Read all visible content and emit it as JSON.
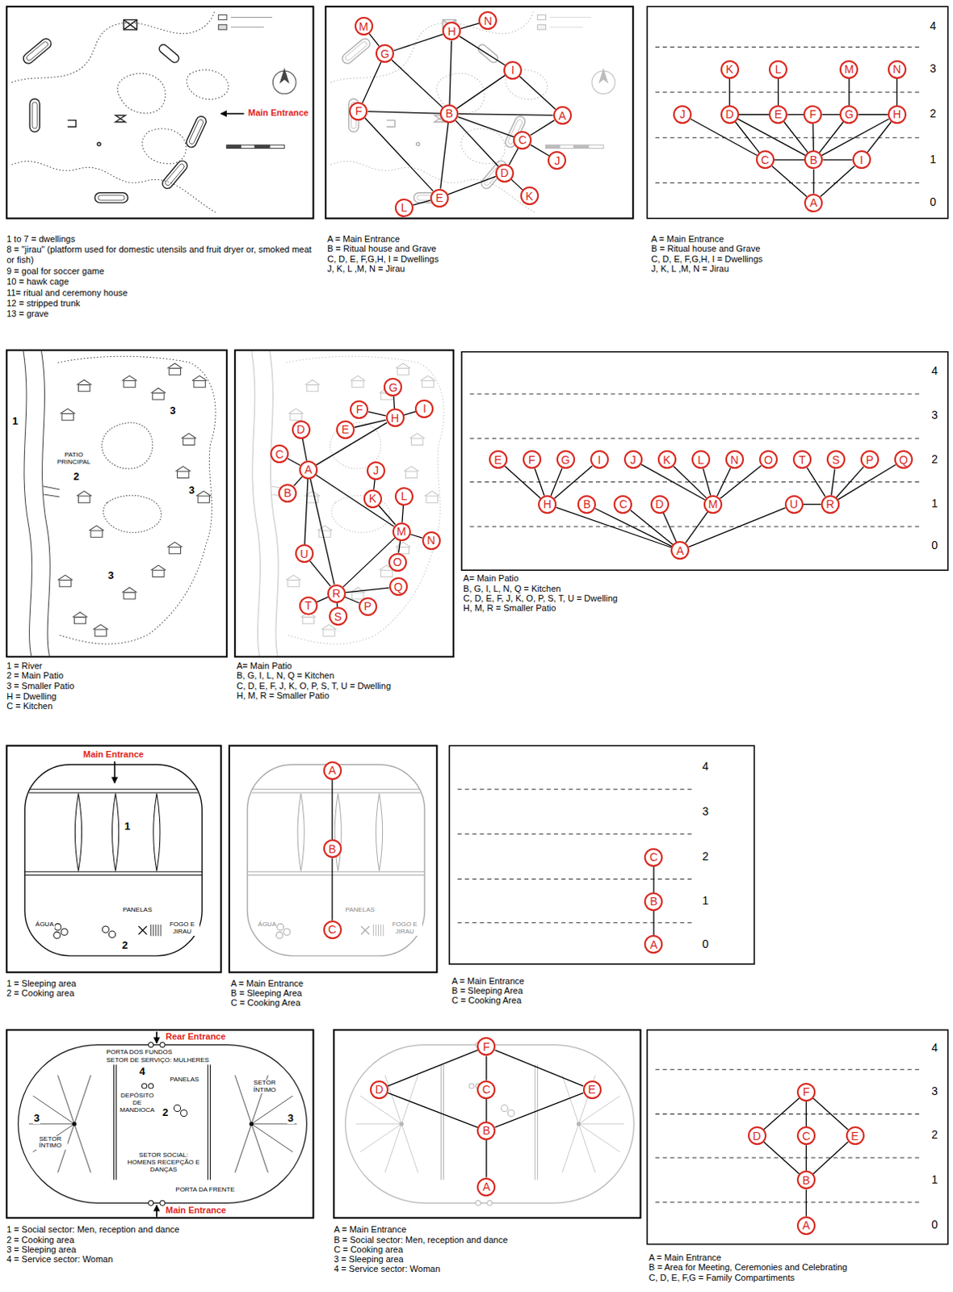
{
  "diagram": {
    "nodes": [
      {
        "text": [
          "A"
        ]
      },
      {
        "text": [
          "B"
        ]
      },
      {
        "text": [
          "C"
        ]
      },
      {
        "text": [
          "D"
        ]
      },
      {
        "text": [
          "E"
        ]
      },
      {
        "text": [
          "F"
        ]
      },
      {
        "text": [
          "G"
        ]
      },
      {
        "text": [
          "H"
        ]
      },
      {
        "text": [
          "I"
        ]
      },
      {
        "text": [
          "J"
        ]
      },
      {
        "text": [
          "K"
        ]
      },
      {
        "text": [
          "L"
        ]
      },
      {
        "text": [
          "M"
        ]
      },
      {
        "text": [
          "N"
        ]
      },
      {
        "text": [
          "A"
        ]
      },
      {
        "text": [
          "B"
        ]
      },
      {
        "text": [
          "C"
        ]
      },
      {
        "text": [
          "D"
        ]
      },
      {
        "text": [
          "E"
        ]
      },
      {
        "text": [
          "F"
        ]
      },
      {
        "text": [
          "G"
        ]
      },
      {
        "text": [
          "H"
        ]
      },
      {
        "text": [
          "I"
        ]
      },
      {
        "text": [
          "J"
        ]
      },
      {
        "text": [
          "K"
        ]
      },
      {
        "text": [
          "L"
        ]
      },
      {
        "text": [
          "M"
        ]
      },
      {
        "text": [
          "N"
        ]
      },
      {
        "text": [
          "A"
        ]
      },
      {
        "text": [
          "B"
        ]
      },
      {
        "text": [
          "C"
        ]
      },
      {
        "text": [
          "D"
        ]
      },
      {
        "text": [
          "E"
        ]
      },
      {
        "text": [
          "F"
        ]
      },
      {
        "text": [
          "G"
        ]
      },
      {
        "text": [
          "H"
        ]
      },
      {
        "text": [
          "I"
        ]
      },
      {
        "text": [
          "J"
        ]
      },
      {
        "text": [
          "K"
        ]
      },
      {
        "text": [
          "L"
        ]
      },
      {
        "text": [
          "M"
        ]
      },
      {
        "text": [
          "N"
        ]
      },
      {
        "text": [
          "O"
        ]
      },
      {
        "text": [
          "P"
        ]
      },
      {
        "text": [
          "Q"
        ]
      },
      {
        "text": [
          "R"
        ]
      },
      {
        "text": [
          "S"
        ]
      },
      {
        "text": [
          "T"
        ]
      },
      {
        "text": [
          "U"
        ]
      },
      {
        "text": [
          "A"
        ]
      },
      {
        "text": [
          "B"
        ]
      },
      {
        "text": [
          "C"
        ]
      },
      {
        "text": [
          "D"
        ]
      },
      {
        "text": [
          "E"
        ]
      },
      {
        "text": [
          "F"
        ]
      },
      {
        "text": [
          "G"
        ]
      },
      {
        "text": [
          "H"
        ]
      },
      {
        "text": [
          "I"
        ]
      },
      {
        "text": [
          "J"
        ]
      },
      {
        "text": [
          "K"
        ]
      },
      {
        "text": [
          "L"
        ]
      },
      {
        "text": [
          "M"
        ]
      },
      {
        "text": [
          "N"
        ]
      },
      {
        "text": [
          "O"
        ]
      },
      {
        "text": [
          "P"
        ]
      },
      {
        "text": [
          "Q"
        ]
      },
      {
        "text": [
          "R"
        ]
      },
      {
        "text": [
          "S"
        ]
      },
      {
        "text": [
          "T"
        ]
      },
      {
        "text": [
          "U"
        ]
      },
      {
        "text": [
          "A"
        ]
      },
      {
        "text": [
          "B"
        ]
      },
      {
        "text": [
          "C"
        ]
      },
      {
        "text": [
          "A"
        ]
      },
      {
        "text": [
          "B"
        ]
      },
      {
        "text": [
          "C"
        ]
      },
      {
        "text": [
          "A"
        ]
      },
      {
        "text": [
          "B"
        ]
      },
      {
        "text": [
          "C"
        ]
      },
      {
        "text": [
          "D"
        ]
      },
      {
        "text": [
          "E"
        ]
      },
      {
        "text": [
          "F"
        ]
      },
      {
        "text": [
          "A"
        ]
      },
      {
        "text": [
          "B"
        ]
      },
      {
        "text": [
          "C"
        ]
      },
      {
        "text": [
          "D"
        ]
      },
      {
        "text": [
          "E"
        ]
      },
      {
        "text": [
          "F"
        ]
      }
    ],
    "edges": [
      {
        "from": 12,
        "to": 6,
        "arrow": "none"
      },
      {
        "from": 6,
        "to": 7,
        "arrow": "none"
      },
      {
        "from": 7,
        "to": 13,
        "arrow": "none"
      },
      {
        "from": 7,
        "to": 8,
        "arrow": "none"
      },
      {
        "from": 8,
        "to": 0,
        "arrow": "none"
      },
      {
        "from": 5,
        "to": 6,
        "arrow": "none"
      },
      {
        "from": 5,
        "to": 1,
        "arrow": "none"
      },
      {
        "from": 6,
        "to": 1,
        "arrow": "none"
      },
      {
        "from": 7,
        "to": 1,
        "arrow": "none"
      },
      {
        "from": 8,
        "to": 1,
        "arrow": "none"
      },
      {
        "from": 0,
        "to": 1,
        "arrow": "none"
      },
      {
        "from": 1,
        "to": 2,
        "arrow": "none"
      },
      {
        "from": 1,
        "to": 3,
        "arrow": "none"
      },
      {
        "from": 1,
        "to": 4,
        "arrow": "none"
      },
      {
        "from": 5,
        "to": 4,
        "arrow": "none"
      },
      {
        "from": 4,
        "to": 11,
        "arrow": "none"
      },
      {
        "from": 4,
        "to": 3,
        "arrow": "none"
      },
      {
        "from": 3,
        "to": 10,
        "arrow": "none"
      },
      {
        "from": 3,
        "to": 2,
        "arrow": "none"
      },
      {
        "from": 2,
        "to": 9,
        "arrow": "none"
      },
      {
        "from": 2,
        "to": 0,
        "arrow": "none"
      },
      {
        "from": 14,
        "to": 16,
        "arrow": "none"
      },
      {
        "from": 14,
        "to": 15,
        "arrow": "none"
      },
      {
        "from": 14,
        "to": 22,
        "arrow": "none"
      },
      {
        "from": 16,
        "to": 15,
        "arrow": "none"
      },
      {
        "from": 15,
        "to": 22,
        "arrow": "none"
      },
      {
        "from": 16,
        "to": 17,
        "arrow": "none"
      },
      {
        "from": 15,
        "to": 17,
        "arrow": "none"
      },
      {
        "from": 15,
        "to": 18,
        "arrow": "none"
      },
      {
        "from": 15,
        "to": 19,
        "arrow": "none"
      },
      {
        "from": 15,
        "to": 20,
        "arrow": "none"
      },
      {
        "from": 15,
        "to": 21,
        "arrow": "none"
      },
      {
        "from": 22,
        "to": 21,
        "arrow": "none"
      },
      {
        "from": 17,
        "to": 18,
        "arrow": "none"
      },
      {
        "from": 18,
        "to": 19,
        "arrow": "none"
      },
      {
        "from": 19,
        "to": 20,
        "arrow": "none"
      },
      {
        "from": 20,
        "to": 21,
        "arrow": "none"
      },
      {
        "from": 17,
        "to": 24,
        "arrow": "none"
      },
      {
        "from": 18,
        "to": 25,
        "arrow": "none"
      },
      {
        "from": 20,
        "to": 26,
        "arrow": "none"
      },
      {
        "from": 21,
        "to": 27,
        "arrow": "none"
      },
      {
        "from": 16,
        "to": 23,
        "arrow": "none"
      },
      {
        "from": 28,
        "to": 31,
        "arrow": "none"
      },
      {
        "from": 28,
        "to": 30,
        "arrow": "none"
      },
      {
        "from": 28,
        "to": 29,
        "arrow": "none"
      },
      {
        "from": 28,
        "to": 48,
        "arrow": "none"
      },
      {
        "from": 28,
        "to": 35,
        "arrow": "none"
      },
      {
        "from": 28,
        "to": 40,
        "arrow": "none"
      },
      {
        "from": 28,
        "to": 45,
        "arrow": "none"
      },
      {
        "from": 35,
        "to": 32,
        "arrow": "none"
      },
      {
        "from": 35,
        "to": 33,
        "arrow": "none"
      },
      {
        "from": 35,
        "to": 34,
        "arrow": "none"
      },
      {
        "from": 35,
        "to": 36,
        "arrow": "none"
      },
      {
        "from": 38,
        "to": 37,
        "arrow": "none"
      },
      {
        "from": 40,
        "to": 38,
        "arrow": "none"
      },
      {
        "from": 40,
        "to": 39,
        "arrow": "none"
      },
      {
        "from": 40,
        "to": 41,
        "arrow": "none"
      },
      {
        "from": 40,
        "to": 42,
        "arrow": "none"
      },
      {
        "from": 40,
        "to": 45,
        "arrow": "none"
      },
      {
        "from": 45,
        "to": 47,
        "arrow": "none"
      },
      {
        "from": 45,
        "to": 46,
        "arrow": "none"
      },
      {
        "from": 45,
        "to": 43,
        "arrow": "none"
      },
      {
        "from": 45,
        "to": 44,
        "arrow": "none"
      },
      {
        "from": 48,
        "to": 45,
        "arrow": "none"
      },
      {
        "from": 49,
        "to": 56,
        "arrow": "none"
      },
      {
        "from": 49,
        "to": 50,
        "arrow": "none"
      },
      {
        "from": 49,
        "to": 51,
        "arrow": "none"
      },
      {
        "from": 49,
        "to": 52,
        "arrow": "none"
      },
      {
        "from": 49,
        "to": 61,
        "arrow": "none"
      },
      {
        "from": 49,
        "to": 69,
        "arrow": "none"
      },
      {
        "from": 69,
        "to": 66,
        "arrow": "none"
      },
      {
        "from": 56,
        "to": 53,
        "arrow": "none"
      },
      {
        "from": 56,
        "to": 54,
        "arrow": "none"
      },
      {
        "from": 56,
        "to": 55,
        "arrow": "none"
      },
      {
        "from": 56,
        "to": 57,
        "arrow": "none"
      },
      {
        "from": 61,
        "to": 58,
        "arrow": "none"
      },
      {
        "from": 61,
        "to": 59,
        "arrow": "none"
      },
      {
        "from": 61,
        "to": 60,
        "arrow": "none"
      },
      {
        "from": 61,
        "to": 62,
        "arrow": "none"
      },
      {
        "from": 61,
        "to": 63,
        "arrow": "none"
      },
      {
        "from": 66,
        "to": 68,
        "arrow": "none"
      },
      {
        "from": 66,
        "to": 67,
        "arrow": "none"
      },
      {
        "from": 66,
        "to": 64,
        "arrow": "none"
      },
      {
        "from": 66,
        "to": 65,
        "arrow": "none"
      },
      {
        "from": 70,
        "to": 71,
        "arrow": "none"
      },
      {
        "from": 71,
        "to": 72,
        "arrow": "none"
      },
      {
        "from": 73,
        "to": 74,
        "arrow": "none"
      },
      {
        "from": 74,
        "to": 75,
        "arrow": "none"
      },
      {
        "from": 76,
        "to": 77,
        "arrow": "none"
      },
      {
        "from": 77,
        "to": 78,
        "arrow": "none"
      },
      {
        "from": 78,
        "to": 81,
        "arrow": "none"
      },
      {
        "from": 77,
        "to": 79,
        "arrow": "none"
      },
      {
        "from": 77,
        "to": 80,
        "arrow": "none"
      },
      {
        "from": 79,
        "to": 81,
        "arrow": "none"
      },
      {
        "from": 80,
        "to": 81,
        "arrow": "none"
      },
      {
        "from": 82,
        "to": 83,
        "arrow": "none"
      },
      {
        "from": 83,
        "to": 84,
        "arrow": "none"
      },
      {
        "from": 84,
        "to": 87,
        "arrow": "none"
      },
      {
        "from": 83,
        "to": 85,
        "arrow": "none"
      },
      {
        "from": 83,
        "to": 86,
        "arrow": "none"
      },
      {
        "from": 85,
        "to": 87,
        "arrow": "none"
      },
      {
        "from": 86,
        "to": 87,
        "arrow": "none"
      }
    ],
    "labels": [
      "Main Entrance",
      "1 to 7 = dwellings",
      "8 = \"jirau\" (platform used for domestic utensils and fruit dryer or, smoked meat or fish)",
      "9 = goal for soccer game",
      "10 = hawk cage",
      "11= ritual and ceremony house",
      "12 = stripped trunk",
      "13 = grave",
      "A = Main Entrance",
      "B = Ritual house and Grave",
      "C, D, E, F,G,H, I = Dwellings",
      "J, K, L ,M, N = Jirau",
      "A = Main Entrance",
      "B = Ritual house and Grave",
      "C, D, E, F,G,H, I = Dwellings",
      "J, K, L ,M, N = Jirau",
      "4",
      "3",
      "2",
      "1",
      "0",
      "1",
      "2",
      "3",
      "3",
      "3",
      "PATIO PRINCIPAL",
      "1 = River",
      "2 = Main Patio",
      "3 = Smaller Patio",
      "H = Dwelling",
      "C = Kitchen",
      "A= Main Patio",
      "B, G, I, L, N, Q = Kitchen",
      "C, D, E, F, J, K, O, P, S, T, U = Dwelling",
      "H, M, R = Smaller Patio",
      "A= Main Patio",
      "B, G, I, L, N, Q = Kitchen",
      "C, D, E, F, J, K, O, P, S, T, U = Dwelling",
      "H, M, R = Smaller Patio",
      "4",
      "3",
      "2",
      "1",
      "0",
      "Main Entrance",
      "1",
      "PANELAS",
      "ÁGUA",
      "2",
      "FOGO E JIRAU",
      "PANELAS",
      "ÁGUA",
      "FOGO E JIRAU",
      "1 = Sleeping area",
      "2 = Cooking area",
      "A = Main Entrance",
      "B = Sleeping Area",
      "C = Cooking Area",
      "A = Main Entrance",
      "B = Sleeping Area",
      "C = Cooking Area",
      "4",
      "3",
      "2",
      "1",
      "0",
      "Rear Entrance",
      "PORTA DOS FUNDOS",
      "SETOR DE SERVIÇO: MULHERES",
      "4",
      "PANELAS",
      "2",
      "DEPÓSITO DE MANDIOCA",
      "3",
      "SETOR ÍNTIMO",
      "3",
      "SETOR ÍNTIMO",
      "SETOR SOCIAL: HOMENS RECEPÇÃO E DANÇAS",
      "PORTA DA FRENTE",
      "Main Entrance",
      "1 = Social sector: Men, reception and dance",
      "2 = Cooking area",
      "3 = Sleeping area",
      "4 = Service sector: Woman",
      "A = Main Entrance",
      "B = Social sector: Men, reception and dance",
      "C = Cooking area",
      "3 = Sleeping area",
      "4 = Service sector: Woman",
      "4",
      "3",
      "2",
      "1",
      "0",
      "A = Main Entrance",
      "B = Area for Meeting, Ceremonies and Celebrating",
      "C, D, E, F,G = Family Compartiments"
    ]
  }
}
